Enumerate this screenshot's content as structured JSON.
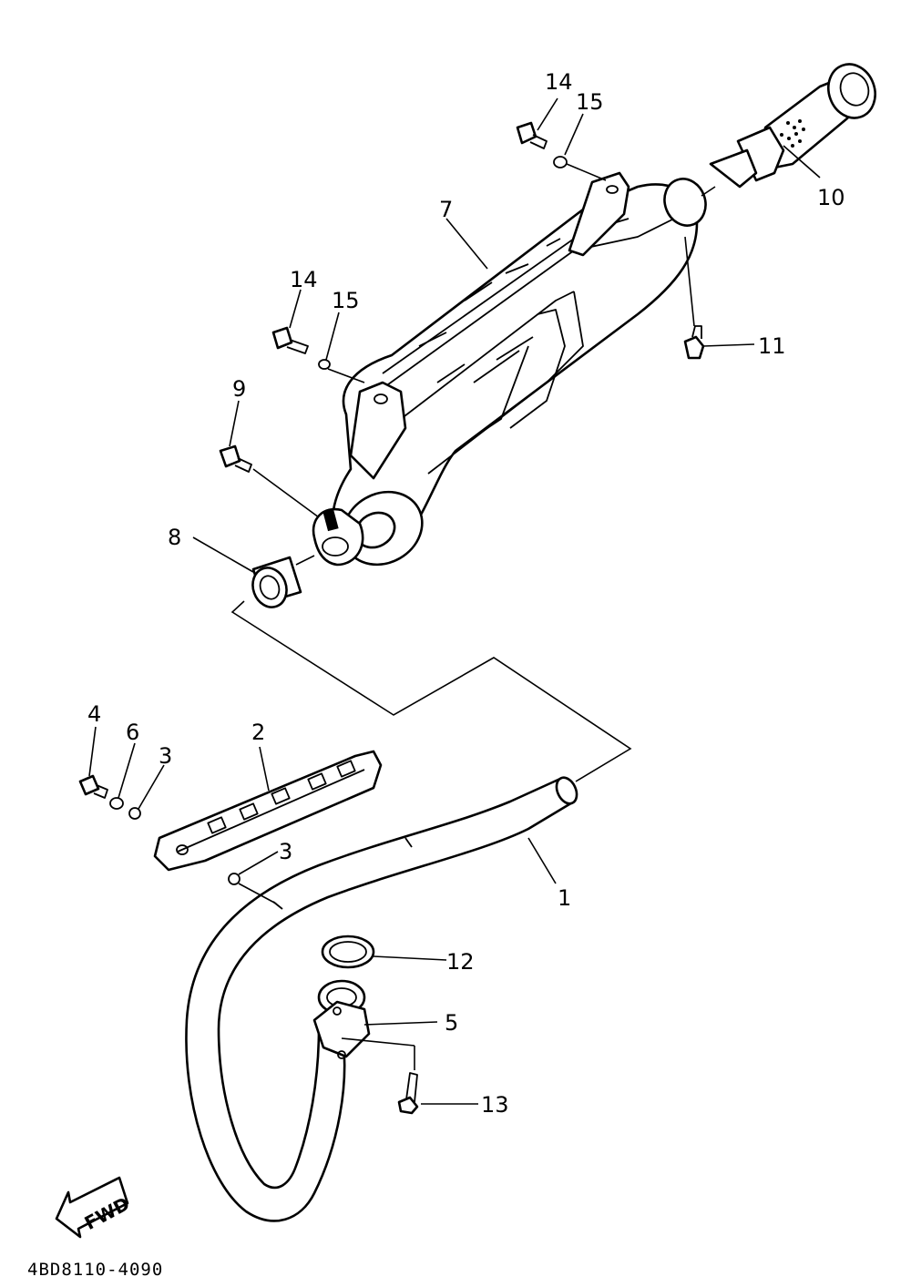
{
  "callouts": {
    "c1": "1",
    "c2": "2",
    "c3a": "3",
    "c3b": "3",
    "c4": "4",
    "c5": "5",
    "c6": "6",
    "c7": "7",
    "c8": "8",
    "c9": "9",
    "c10": "10",
    "c11": "11",
    "c12": "12",
    "c13": "13",
    "c14a": "14",
    "c14b": "14",
    "c15a": "15",
    "c15b": "15"
  },
  "fwd_label": "FWD",
  "diagram_code": "4BD8110-4090"
}
